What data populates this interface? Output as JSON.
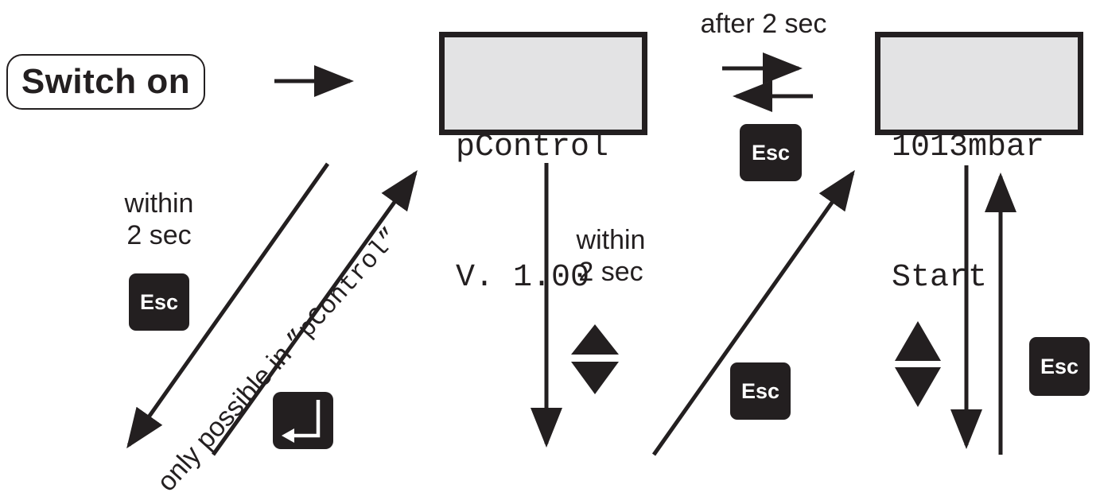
{
  "switch_on": {
    "label": "Switch on"
  },
  "display_1": {
    "line1": "pControl",
    "line2": "V. 1.00"
  },
  "display_2": {
    "line1": "1013mbar",
    "line2": "Start"
  },
  "labels": {
    "after_2_sec": "after 2 sec",
    "within_2_sec_left": [
      "within",
      "2 sec"
    ],
    "within_2_sec_middle": [
      "within",
      "2 sec"
    ],
    "diagonal_note_prefix": "only possible in ",
    "diagonal_note_code": "”pControl”"
  },
  "keys": {
    "esc_label": "Esc",
    "enter_icon": "enter-icon",
    "up_down_icon": "up-down-arrows-icon"
  }
}
